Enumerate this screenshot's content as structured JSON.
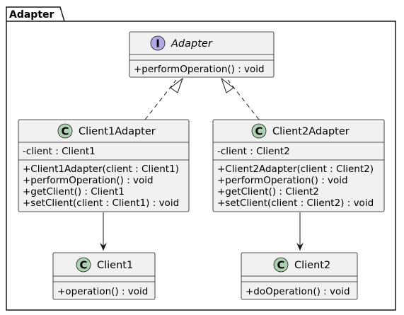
{
  "package": {
    "name": "Adapter"
  },
  "classes": {
    "adapter": {
      "name": "Adapter",
      "kind": "interface",
      "stereotype_letter": "I",
      "stereotype_color": "#b4a7e5",
      "fields": [],
      "methods": [
        "+performOperation() : void"
      ]
    },
    "client1adapter": {
      "name": "Client1Adapter",
      "kind": "class",
      "stereotype_letter": "C",
      "stereotype_color": "#add1b2",
      "fields": [
        "-client : Client1"
      ],
      "methods": [
        "+Client1Adapter(client : Client1)",
        "+performOperation() : void",
        "+getClient() : Client1",
        "+setClient(client : Client1) : void"
      ]
    },
    "client2adapter": {
      "name": "Client2Adapter",
      "kind": "class",
      "stereotype_letter": "C",
      "stereotype_color": "#add1b2",
      "fields": [
        "-client : Client2"
      ],
      "methods": [
        "+Client2Adapter(client : Client2)",
        "+performOperation() : void",
        "+getClient() : Client2",
        "+setClient(client : Client2) : void"
      ]
    },
    "client1": {
      "name": "Client1",
      "kind": "class",
      "stereotype_letter": "C",
      "stereotype_color": "#add1b2",
      "fields": [],
      "methods": [
        "+operation() : void"
      ]
    },
    "client2": {
      "name": "Client2",
      "kind": "class",
      "stereotype_letter": "C",
      "stereotype_color": "#add1b2",
      "fields": [],
      "methods": [
        "+doOperation() : void"
      ]
    }
  },
  "relations": [
    {
      "from": "client1adapter",
      "to": "adapter",
      "type": "realization"
    },
    {
      "from": "client2adapter",
      "to": "adapter",
      "type": "realization"
    },
    {
      "from": "client1adapter",
      "to": "client1",
      "type": "association"
    },
    {
      "from": "client2adapter",
      "to": "client2",
      "type": "association"
    }
  ],
  "colors": {
    "box_fill": "#f1f1f1",
    "box_stroke": "#181818",
    "line": "#181818"
  }
}
